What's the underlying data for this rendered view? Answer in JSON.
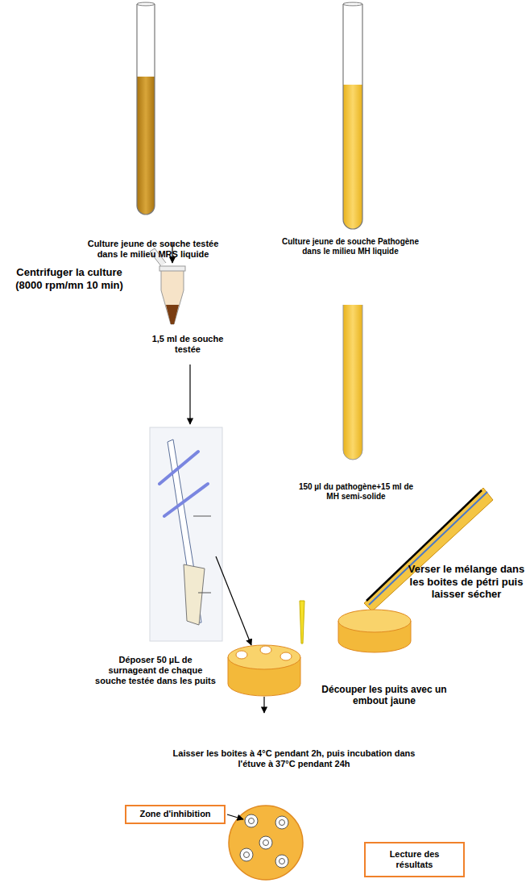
{
  "diagram": {
    "nodes": [
      {
        "text": [
          "Zone d'inhibition"
        ]
      },
      {
        "text": [
          "Lecture des résultats"
        ]
      }
    ],
    "labels": [
      "Culture jeune de souche testée dans le milieu MRS liquide",
      "Culture jeune de souche Pathogène dans le milieu MH liquide",
      "Centrifuger la culture (8000 rpm/mn 10 min)",
      "1,5 ml de souche testée",
      "150 µl du pathogène+15 ml de MH semi-solide",
      "Verser le mélange dans les boites de pétri puis laisser sécher",
      "Déposer 50 µL de surnageant de chaque souche testée dans les puits",
      "Découper les puits avec un embout jaune",
      "Laisser les boites à 4°C pendant 2h, puis incubation dans l'étuve à 37°C pendant 24h"
    ]
  }
}
